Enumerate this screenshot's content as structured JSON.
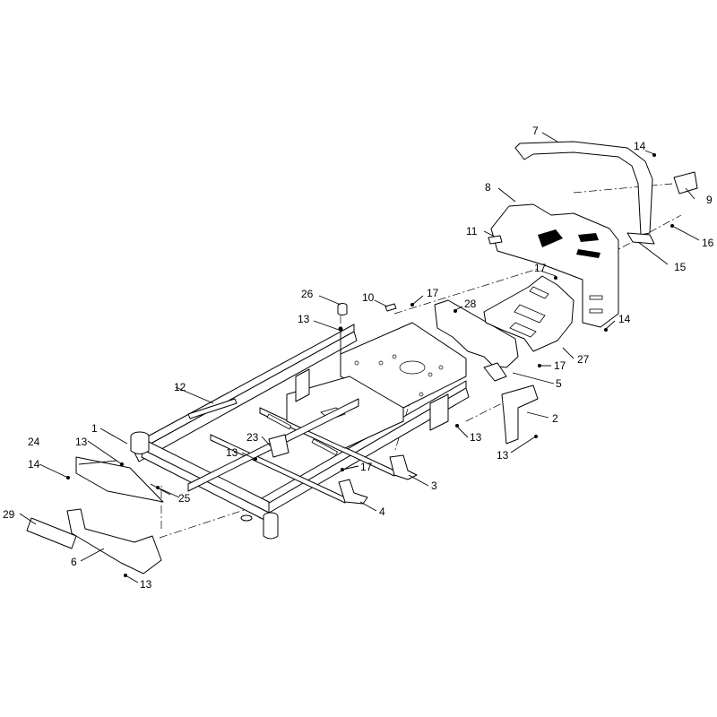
{
  "callouts": {
    "c1": "1",
    "c2": "2",
    "c3": "3",
    "c4": "4",
    "c5": "5",
    "c6": "6",
    "c7": "7",
    "c8": "8",
    "c9": "9",
    "c10": "10",
    "c11": "11",
    "c12": "12",
    "c13": "13",
    "c14": "14",
    "c15": "15",
    "c16": "16",
    "c17": "17",
    "c23": "23",
    "c24": "24",
    "c25": "25",
    "c26": "26",
    "c27": "27",
    "c28": "28",
    "c29": "29"
  },
  "colors": {
    "line": "#000000",
    "background": "#ffffff"
  }
}
